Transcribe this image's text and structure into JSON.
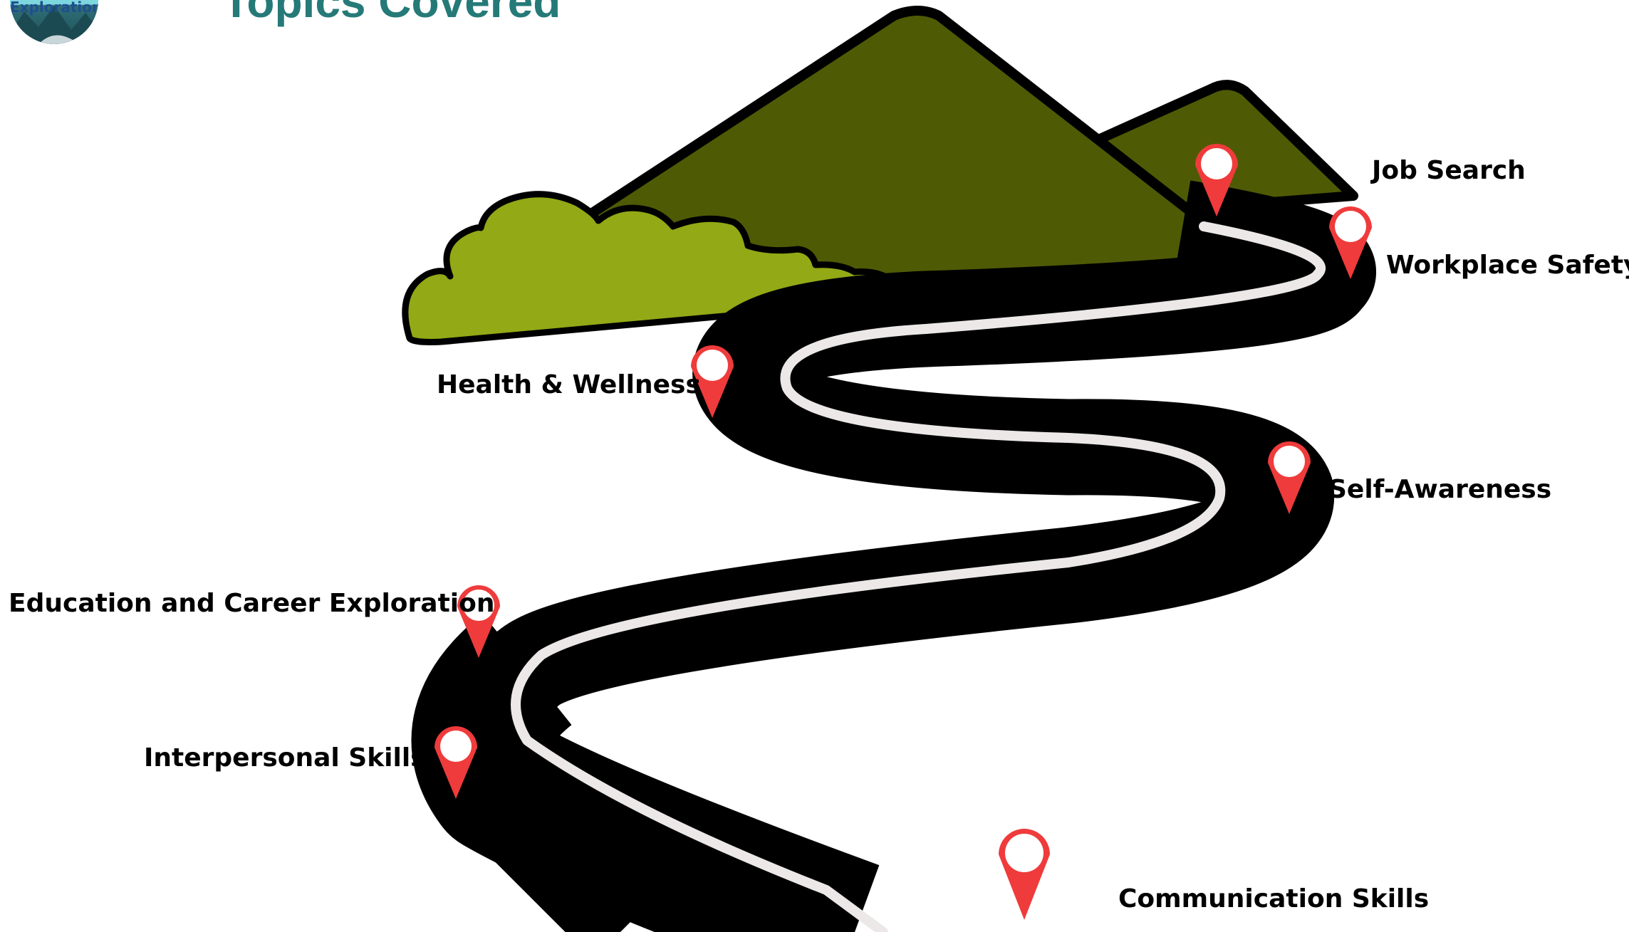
{
  "header": {
    "logo_text": "Exploration",
    "title": "Topics Covered"
  },
  "topics": [
    {
      "label": "Job Search"
    },
    {
      "label": "Workplace Safety"
    },
    {
      "label": "Health & Wellness"
    },
    {
      "label": "Self-Awareness"
    },
    {
      "label": "Education and Career Exploration"
    },
    {
      "label": "Interpersonal Skills"
    },
    {
      "label": "Communication Skills"
    }
  ],
  "colors": {
    "title": "#257a78",
    "pin": "#ef3b3b",
    "road": "#000000",
    "road_line": "#ece8e8",
    "mountain_dark": "#4f5a05",
    "mountain_back": "#4f5a05",
    "bush": "#93a916"
  }
}
